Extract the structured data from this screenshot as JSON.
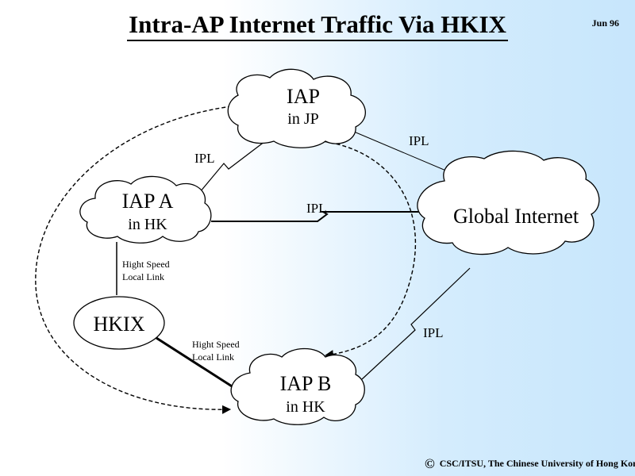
{
  "title": "Intra-AP Internet Traffic Via HKIX",
  "date": "Jun 96",
  "nodes": {
    "iap_jp": {
      "name": "IAP",
      "location": "in JP"
    },
    "iap_a": {
      "name": "IAP A",
      "location": "in HK"
    },
    "global": {
      "name": "Global Internet"
    },
    "hkix": {
      "name": "HKIX"
    },
    "iap_b": {
      "name": "IAP B",
      "location": "in HK"
    }
  },
  "links": {
    "ipl_jp_a": "IPL",
    "ipl_jp_global": "IPL",
    "ipl_a_global": "IPL",
    "ipl_b_global": "IPL",
    "hs_a_hkix_line1": "Hight Speed",
    "hs_a_hkix_line2": "Local Link",
    "hs_hkix_b_line1": "Hight Speed",
    "hs_hkix_b_line2": "Local Link"
  },
  "footer": {
    "copyright_symbol": "©",
    "text": "CSC/ITSU, The Chinese University of Hong Kong"
  }
}
